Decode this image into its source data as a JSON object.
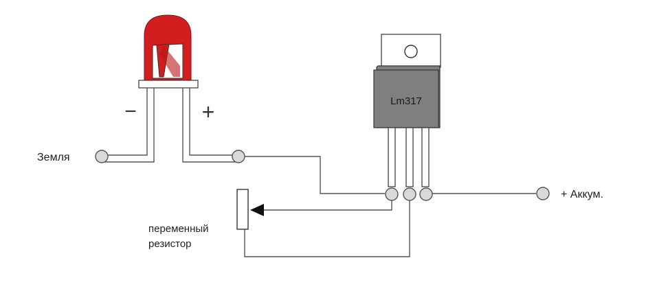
{
  "labels": {
    "ground": "Земля",
    "battery_plus": "+ Аккум.",
    "resistor_line1": "переменный",
    "resistor_line2": "резистор",
    "chip": "Lm317",
    "led_minus": "−",
    "led_plus": "+"
  },
  "colors": {
    "led_body": "#d21e1e",
    "chip_body": "#7f7f7f",
    "wire": "#555555",
    "terminal_fill": "#d9d9d9"
  }
}
